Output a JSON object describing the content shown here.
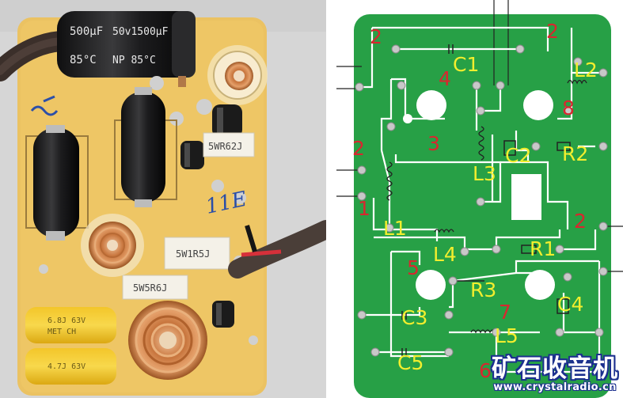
{
  "photo": {
    "main_capacitor": {
      "lines": [
        "500μF",
        "85°C",
        "50v1500μF",
        "NP 85°C"
      ]
    },
    "resistors": [
      {
        "name": "resistor-5wr62j",
        "text": "5WR62J"
      },
      {
        "name": "resistor-5w1r5j",
        "text": "5W1R5J"
      },
      {
        "name": "resistor-5w5r6j",
        "text": "5W5R6J"
      }
    ],
    "film_caps": [
      {
        "name": "film-capacitor-top",
        "lines": [
          "6.8J 63V",
          "MET CH"
        ]
      },
      {
        "name": "film-capacitor-bottom",
        "lines": [
          "4.7J 63V"
        ]
      }
    ],
    "handwriting": "11E"
  },
  "pcb": {
    "board_color": "#27a046",
    "labels": [
      {
        "name": "pad-label-2-top-left",
        "text": "2",
        "color": "red"
      },
      {
        "name": "pad-label-2-top-right",
        "text": "2",
        "color": "red"
      },
      {
        "name": "label-c1",
        "text": "C1",
        "color": "yellow"
      },
      {
        "name": "pad-label-4",
        "text": "4",
        "color": "red"
      },
      {
        "name": "label-l2",
        "text": "L2",
        "color": "yellow"
      },
      {
        "name": "pad-label-8",
        "text": "8",
        "color": "red"
      },
      {
        "name": "pad-label-2-left",
        "text": "2",
        "color": "red"
      },
      {
        "name": "pad-label-3",
        "text": "3",
        "color": "red"
      },
      {
        "name": "label-c2",
        "text": "C2",
        "color": "yellow"
      },
      {
        "name": "label-r2",
        "text": "R2",
        "color": "yellow"
      },
      {
        "name": "label-l3",
        "text": "L3",
        "color": "yellow"
      },
      {
        "name": "pad-label-1",
        "text": "1",
        "color": "red"
      },
      {
        "name": "label-l1",
        "text": "L1",
        "color": "yellow"
      },
      {
        "name": "pad-label-2-right",
        "text": "2",
        "color": "red"
      },
      {
        "name": "label-l4",
        "text": "L4",
        "color": "yellow"
      },
      {
        "name": "label-r1",
        "text": "R1",
        "color": "yellow"
      },
      {
        "name": "pad-label-5",
        "text": "5",
        "color": "red"
      },
      {
        "name": "label-r3",
        "text": "R3",
        "color": "yellow"
      },
      {
        "name": "label-c4",
        "text": "C4",
        "color": "yellow"
      },
      {
        "name": "pad-label-7",
        "text": "7",
        "color": "red"
      },
      {
        "name": "label-c3",
        "text": "C3",
        "color": "yellow"
      },
      {
        "name": "label-l5",
        "text": "L5",
        "color": "yellow"
      },
      {
        "name": "label-c5",
        "text": "C5",
        "color": "yellow"
      },
      {
        "name": "pad-label-6",
        "text": "6",
        "color": "red"
      }
    ]
  },
  "watermark": {
    "title": "矿石收音机",
    "url": "www.crystalradio.cn"
  },
  "colors": {
    "label_red": "#d8272f",
    "label_yellow": "#f2ee2e",
    "trace": "#ffffff",
    "watermark_outline": "#1b2f8e"
  }
}
